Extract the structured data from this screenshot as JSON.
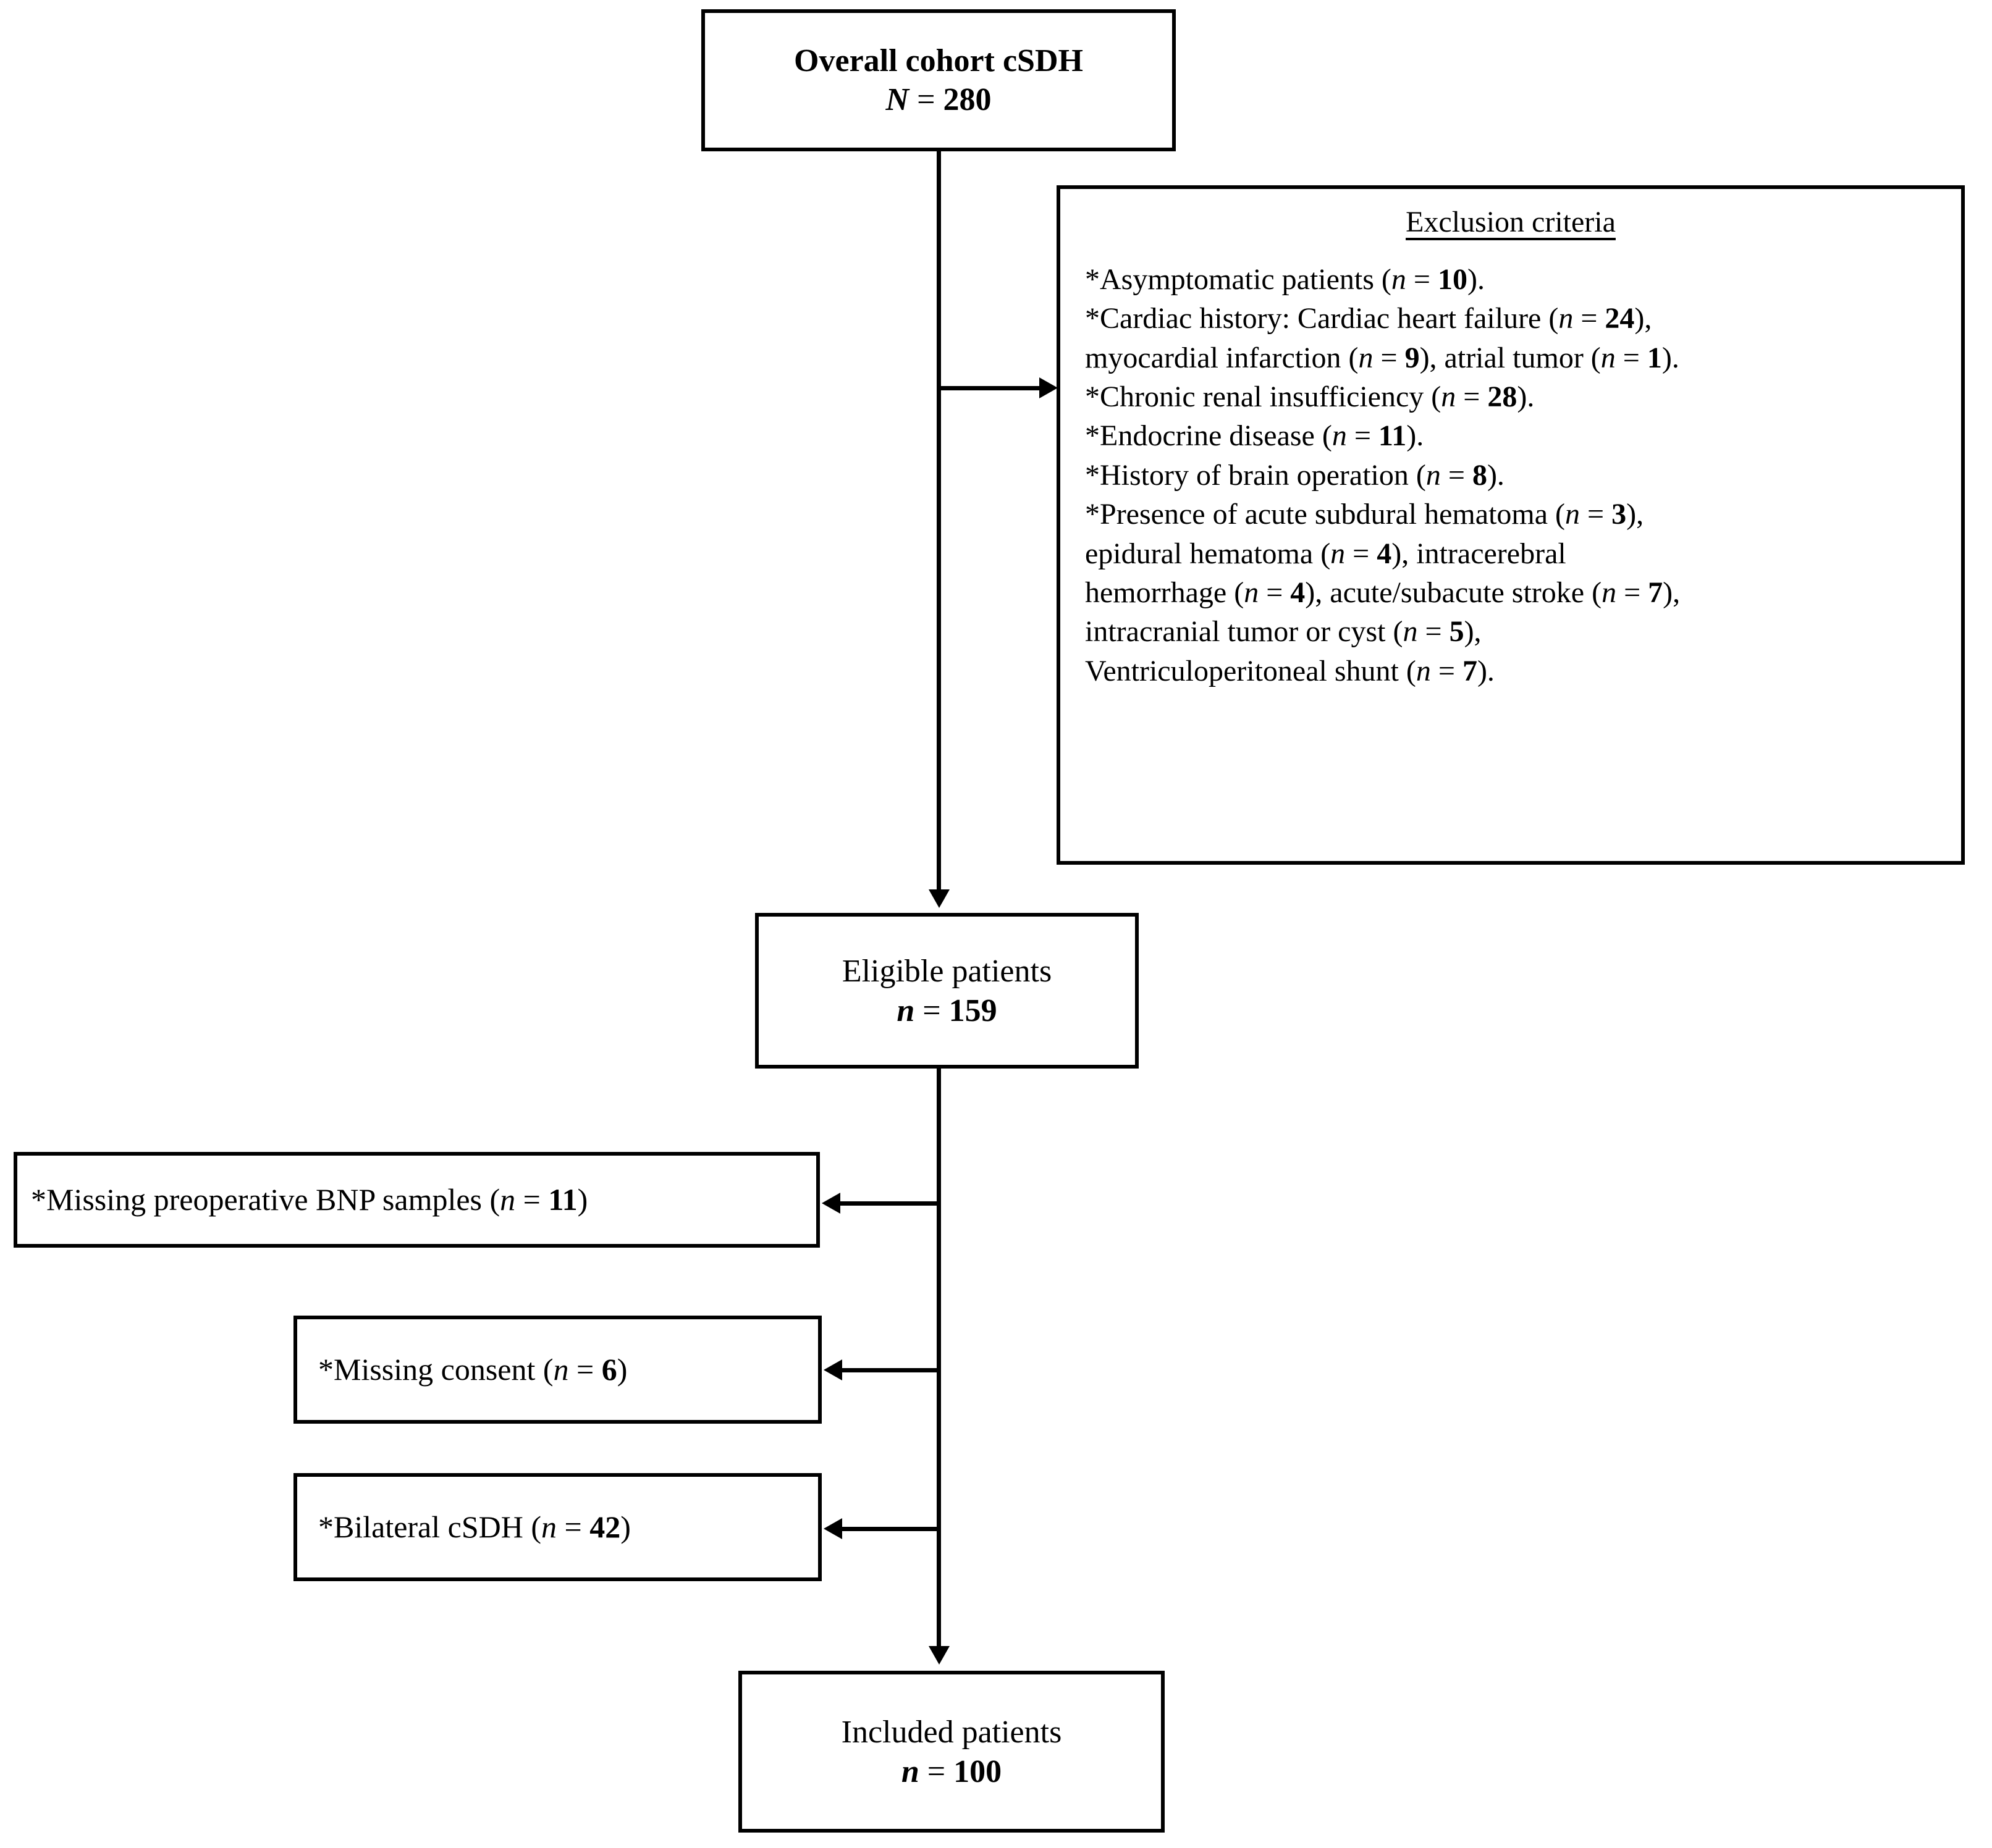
{
  "diagram": {
    "type": "patient-flow-diagram",
    "nodes": {
      "overall_cohort": {
        "title": "Overall cohort cSDH",
        "count_var": "N",
        "count_eq": " = ",
        "count_value": "280",
        "count_text": "N = 280"
      },
      "eligible": {
        "title": "Eligible patients",
        "count_var": "n",
        "count_eq": " = ",
        "count_value": "159",
        "count_text": "n = 159"
      },
      "included": {
        "title": "Included patients",
        "count_var": "n",
        "count_eq": " = ",
        "count_value": "100",
        "count_text": "n = 100"
      }
    },
    "exclusion_box": {
      "heading": "Exclusion criteria",
      "items": [
        "*Asymptomatic patients (n = 10).",
        "*Cardiac history: Cardiac heart failure (n = 24), myocardial infarction (n = 9), atrial tumor (n = 1).",
        "*Chronic renal insufficiency (n = 28).",
        "*Endocrine disease (n = 11).",
        "*History of brain operation (n = 8).",
        "*Presence of acute subdural hematoma (n = 3), epidural hematoma (n = 4), intracerebral hemorrhage (n = 4), acute/subacute stroke (n = 7), intracranial tumor or cyst (n = 5), Ventriculoperitoneal shunt (n = 7)."
      ],
      "items_html": [
        "*Asymptomatic patients (<i>n</i> = <b>10</b>).",
        "*Cardiac history: Cardiac heart failure (<i>n</i> = <b>24</b>),<br>myocardial infarction (<i>n</i> = <b>9</b>), atrial tumor (<i>n</i> = <b>1</b>).",
        "*Chronic renal insufficiency (<i>n</i> = <b>28</b>).",
        "*Endocrine disease (<i>n</i> = <b>11</b>).",
        "*History of brain operation (<i>n</i> = <b>8</b>).",
        "*Presence of acute subdural hematoma (<i>n</i> = <b>3</b>),<br>epidural hematoma (<i>n</i> = <b>4</b>), intracerebral<br>hemorrhage (<i>n</i> = <b>4</b>), acute/subacute stroke (<i>n</i> = <b>7</b>),<br>intracranial tumor or cyst (<i>n</i> = <b>5</b>),<br>Ventriculoperitoneal shunt (<i>n</i> = <b>7</b>)."
      ],
      "exclusion_counts": {
        "asymptomatic_patients": 10,
        "cardiac_heart_failure": 24,
        "myocardial_infarction": 9,
        "atrial_tumor": 1,
        "chronic_renal_insufficiency": 28,
        "endocrine_disease": 11,
        "history_of_brain_operation": 8,
        "acute_subdural_hematoma": 3,
        "epidural_hematoma": 4,
        "intracerebral_hemorrhage": 4,
        "acute_subacute_stroke": 7,
        "intracranial_tumor_or_cyst": 5,
        "ventriculoperitoneal_shunt": 7
      }
    },
    "secondary_exclusions": [
      {
        "text": "*Missing preoperative BNP samples (n = 11)",
        "html": "*Missing preoperative BNP samples (<i>n</i> = <b>11</b>)",
        "label": "Missing preoperative BNP samples",
        "count": 11
      },
      {
        "text": "*Missing consent (n = 6)",
        "html": "*Missing consent (<i>n</i> = <b>6</b>)",
        "label": "Missing consent",
        "count": 6
      },
      {
        "text": "*Bilateral cSDH (n = 42)",
        "html": "*Bilateral cSDH (<i>n</i> = <b>42</b>)",
        "label": "Bilateral cSDH",
        "count": 42
      }
    ],
    "colors": {
      "stroke": "#000000",
      "fill": "#ffffff",
      "text": "#000000"
    }
  }
}
